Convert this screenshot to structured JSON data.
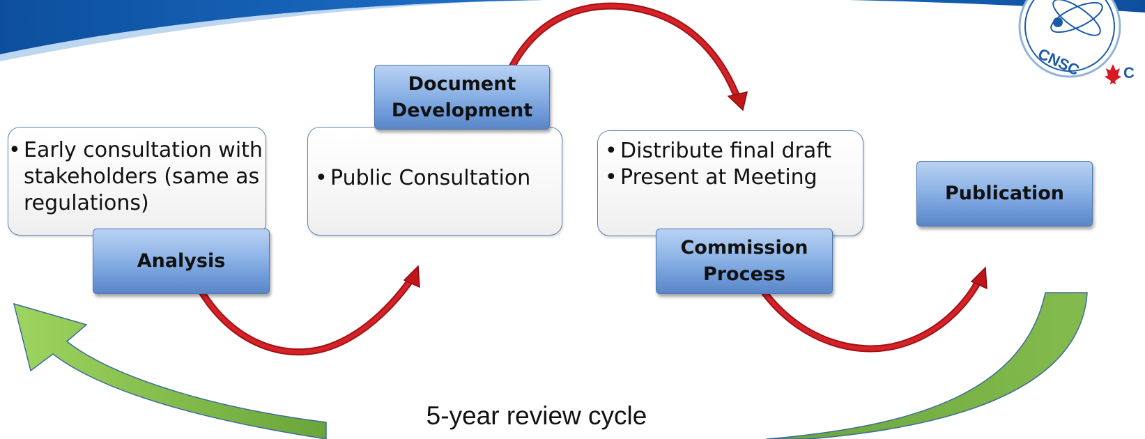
{
  "header": {
    "logo_text": "CNSC",
    "logo_suffix": "C"
  },
  "stages": [
    {
      "id": "analysis",
      "label": "Analysis",
      "bullets": [
        "Early consultation with stakeholders (same as regulations)"
      ]
    },
    {
      "id": "document-development",
      "label": "Document\nDevelopment",
      "bullets": [
        "Public Consultation"
      ]
    },
    {
      "id": "commission-process",
      "label": "Commission\nProcess",
      "bullets": [
        "Distribute final draft",
        "Present at  Meeting"
      ]
    },
    {
      "id": "publication",
      "label": "Publication",
      "bullets": []
    }
  ],
  "cycle_label": "5-year review cycle",
  "colors": {
    "header_blue": "#1566c0",
    "stage_blue": "#8db3e6",
    "red_arrow": "#c0161a",
    "green_arrow": "#7cc242",
    "textbox_border": "#5b86b4"
  }
}
